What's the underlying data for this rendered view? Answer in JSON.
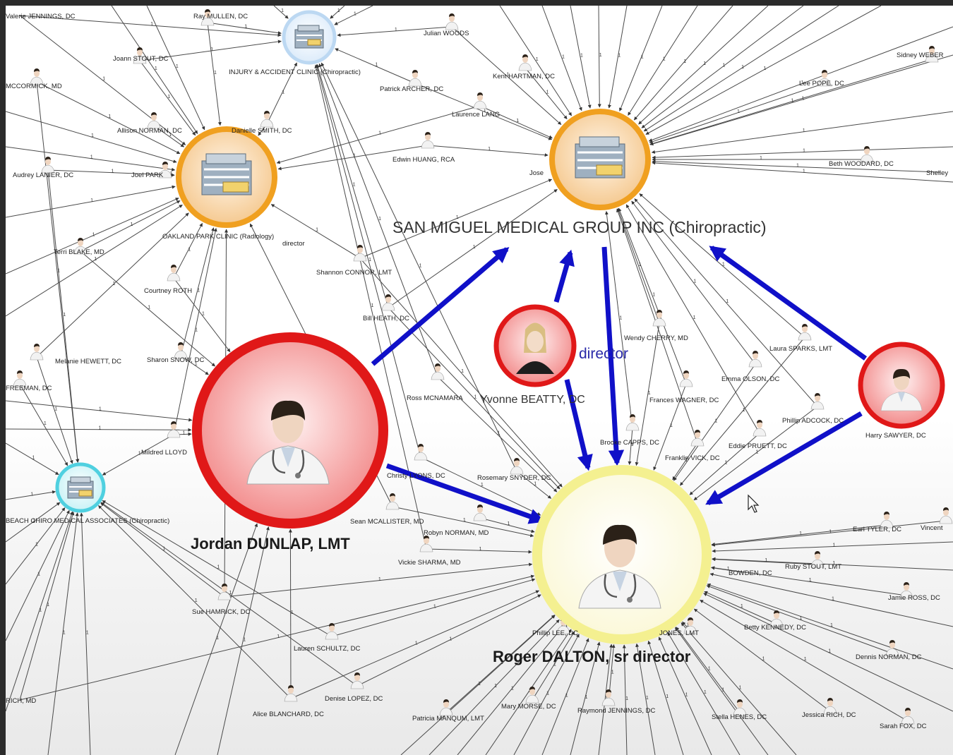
{
  "colors": {
    "background": "#ffffff",
    "frame": "#2b2b2b",
    "strong_link": "#1010c8",
    "thin_link": "#444444",
    "person_ring": "#e01818",
    "entity_ring": "#f0a020",
    "focus_ring": "#f4f090",
    "small_entity_ring": "#4fd0e0"
  },
  "icons": {
    "person": "doctor-avatar-icon",
    "female_person": "woman-avatar-icon",
    "organization": "building-icon",
    "cursor": "mouse-pointer-icon"
  },
  "entities": {
    "san_miguel": "SAN MIGUEL MEDICAL GROUP INC (Chiropractic)",
    "oakland": "OAKLAND PARK CLINIC (Radiology)",
    "injury": "INJURY & ACCIDENT CLINIC (Chiropractic)",
    "beach": "BEACH CHIRO MEDICAL ASSOCIATES (Chiropractic)"
  },
  "people": {
    "jordan": "Jordan DUNLAP, LMT",
    "roger": "Roger DALTON, sr director",
    "yvonne": "Yvonne BEATTY, DC",
    "harry": "Harry SAWYER, DC"
  },
  "annotations": {
    "director": "director",
    "small_director": "director",
    "link_count": "1"
  },
  "names": [
    "Valerie JENNINGS, DC",
    "Ray MULLEN, DC",
    "Julian WOODS",
    "Joann STOUT, DC",
    "Kent HARTMAN, DC",
    "Sidney WEBER",
    "Lee POPE, DC",
    "Patrick ARCHER, DC",
    "Laurence LANG",
    "Allison NORMAN, DC",
    "Danielle SMITH, DC",
    "Edwin HUANG, RCA",
    "Beth WOODARD, DC",
    "Shelley",
    "Audrey LANIER, DC",
    "Joel PARK",
    "Jose",
    "Terri BLAKE, MD",
    "Courtney ROTH",
    "Shannon CONNOR, LMT",
    "Bill HEATH, DC",
    "Wendy CHERRY, MD",
    "Laura SPARKS, LMT",
    "Melanie HEWETT, DC",
    "Sharon SNOW, DC",
    "Emma OLSON, DC",
    "FREEMAN, DC",
    "Ross MCNAMARA",
    "Frances WAGNER, DC",
    "Phillip ADCOCK, DC",
    "Mildred LLOYD",
    "Brooke CAPPS, DC",
    "Franklin VICK, DC",
    "Eddie PRUETT, DC",
    "Christy LYONS, DC",
    "Rosemary SNYDER, DC",
    "Sean MCALLISTER, MD",
    "Robyn NORMAN, MD",
    "Earl TYLER, DC",
    "Vincent",
    "Vickie SHARMA, MD",
    "Ruby STOUT, LMT",
    "Sue HAMRICK, DC",
    "Jamie ROSS, DC",
    "Phillip LEE, DC",
    "JONES, LMT",
    "Betty KENNEDY, DC",
    "Lauren SCHULTZ, DC",
    "Dennis NORMAN, DC",
    "Denise LOPEZ, DC",
    "Alice BLANCHARD, DC",
    "Patricia MANQUM, LMT",
    "Mary MORSE, DC",
    "Raymond JENNINGS, DC",
    "Stella HENES, DC",
    "Jessica RICH, DC",
    "Sarah FOX, DC",
    "MCCORMICK, MD",
    "RICH, MD",
    "BOWDEN, DC"
  ]
}
